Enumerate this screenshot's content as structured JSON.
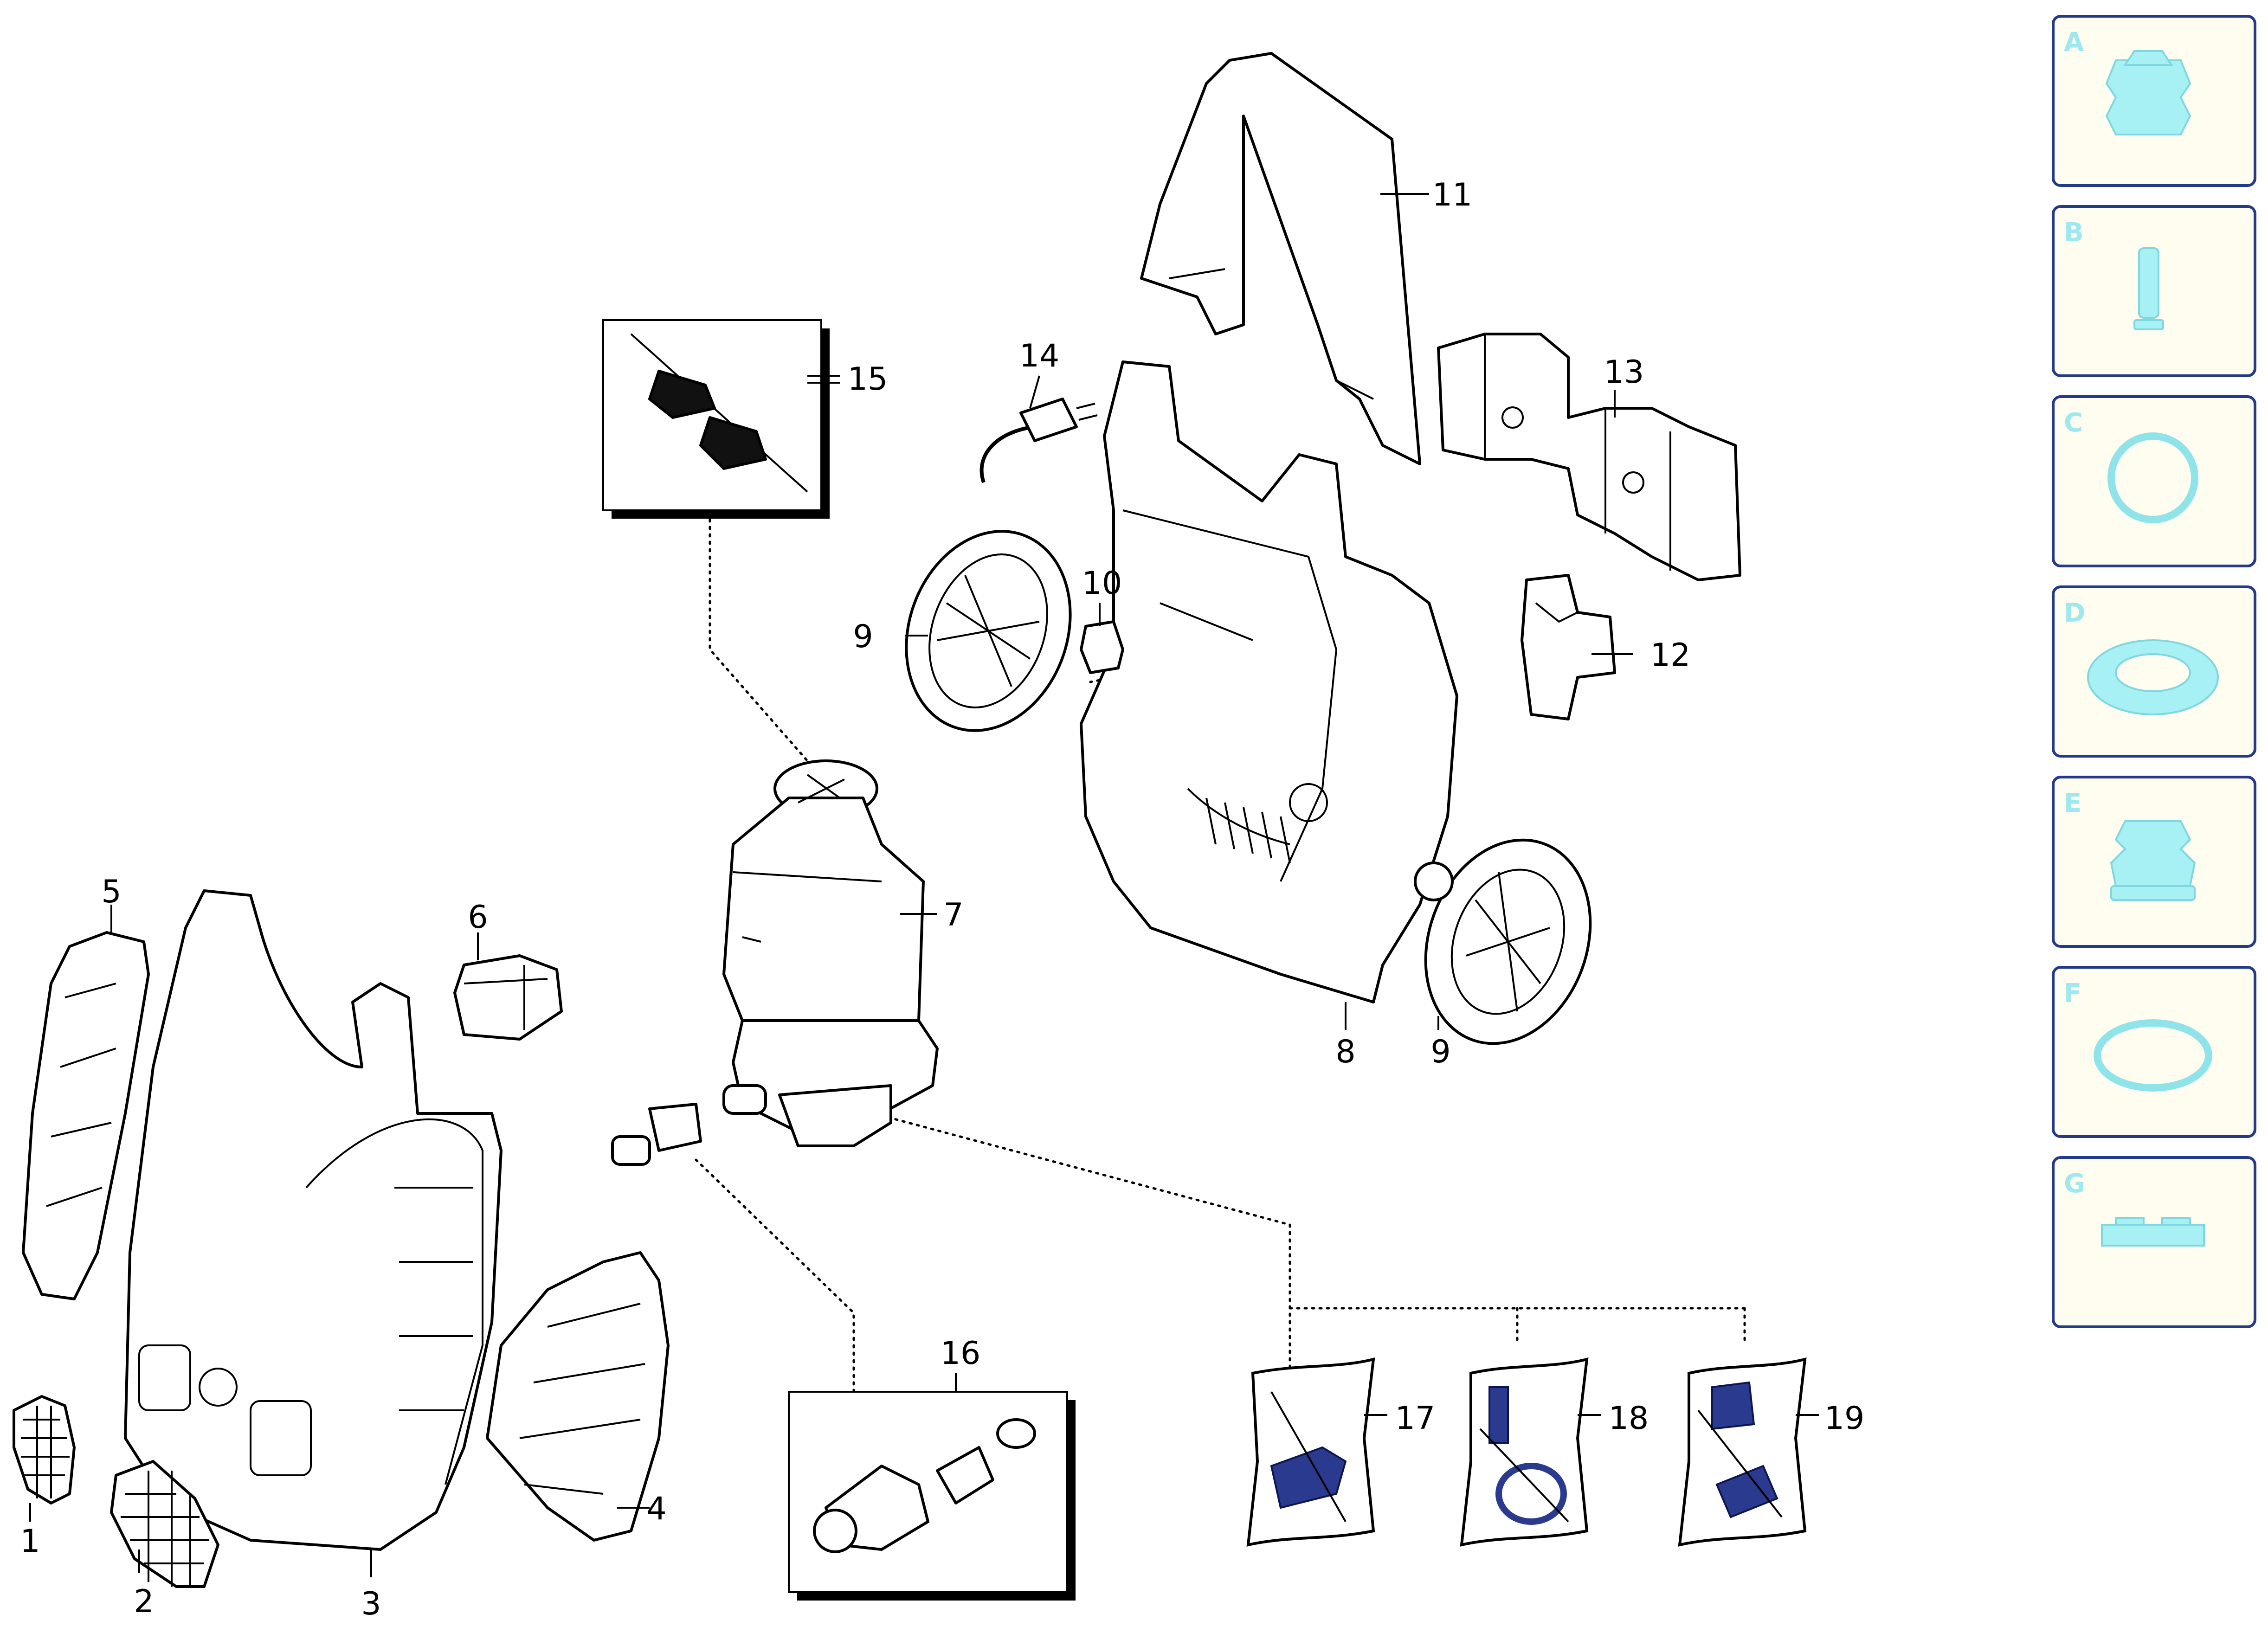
{
  "callouts": [
    "1",
    "2",
    "3",
    "4",
    "5",
    "6",
    "7",
    "8",
    "9",
    "9",
    "10",
    "11",
    "12",
    "13",
    "14",
    "15",
    "16",
    "17",
    "18",
    "19"
  ],
  "cards": [
    "A",
    "B",
    "C",
    "D",
    "E",
    "F",
    "G"
  ],
  "colors": {
    "line": "#000000",
    "kit_blue": "#2a3a8f",
    "card_border": "#233a8a",
    "card_fill": "#fffdf0",
    "card_icon": "#a7f0f4"
  },
  "card_icons": [
    "pump-head-icon",
    "cartridge-icon",
    "o-ring-icon",
    "seal-ring-icon",
    "valve-body-icon",
    "gasket-icon",
    "flat-seal-icon"
  ]
}
